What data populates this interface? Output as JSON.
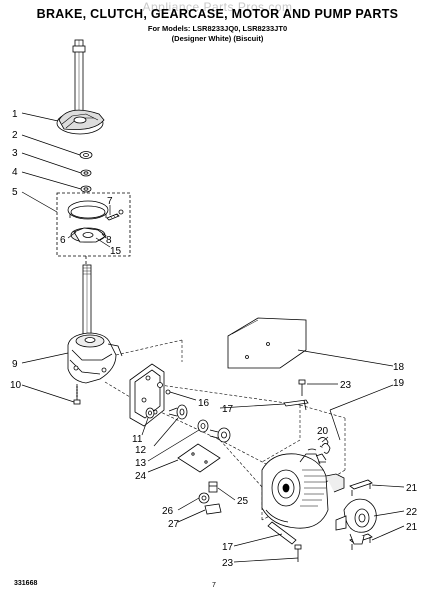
{
  "watermark": "Appliance Parts Pros.com",
  "header": {
    "title": "BRAKE, CLUTCH, GEARCASE, MOTOR AND PUMP PARTS",
    "models": "For Models: LSR8233JQ0, LSR8233JT0",
    "variants": "(Designer White)    (Biscuit)"
  },
  "footer": {
    "doc_number": "331668",
    "page_number": "7"
  },
  "callouts": {
    "c1": "1",
    "c2": "2",
    "c3": "3",
    "c4": "4",
    "c5": "5",
    "c6": "6",
    "c7": "7",
    "c8": "8",
    "c9": "9",
    "c10": "10",
    "c11": "11",
    "c12": "12",
    "c13": "13",
    "c15": "15",
    "c16": "16",
    "c17a": "17",
    "c17b": "17",
    "c18": "18",
    "c19": "19",
    "c20": "20",
    "c21a": "21",
    "c21b": "21",
    "c22": "22",
    "c23a": "23",
    "c23b": "23",
    "c24": "24",
    "c25": "25",
    "c26": "26",
    "c27": "27"
  }
}
